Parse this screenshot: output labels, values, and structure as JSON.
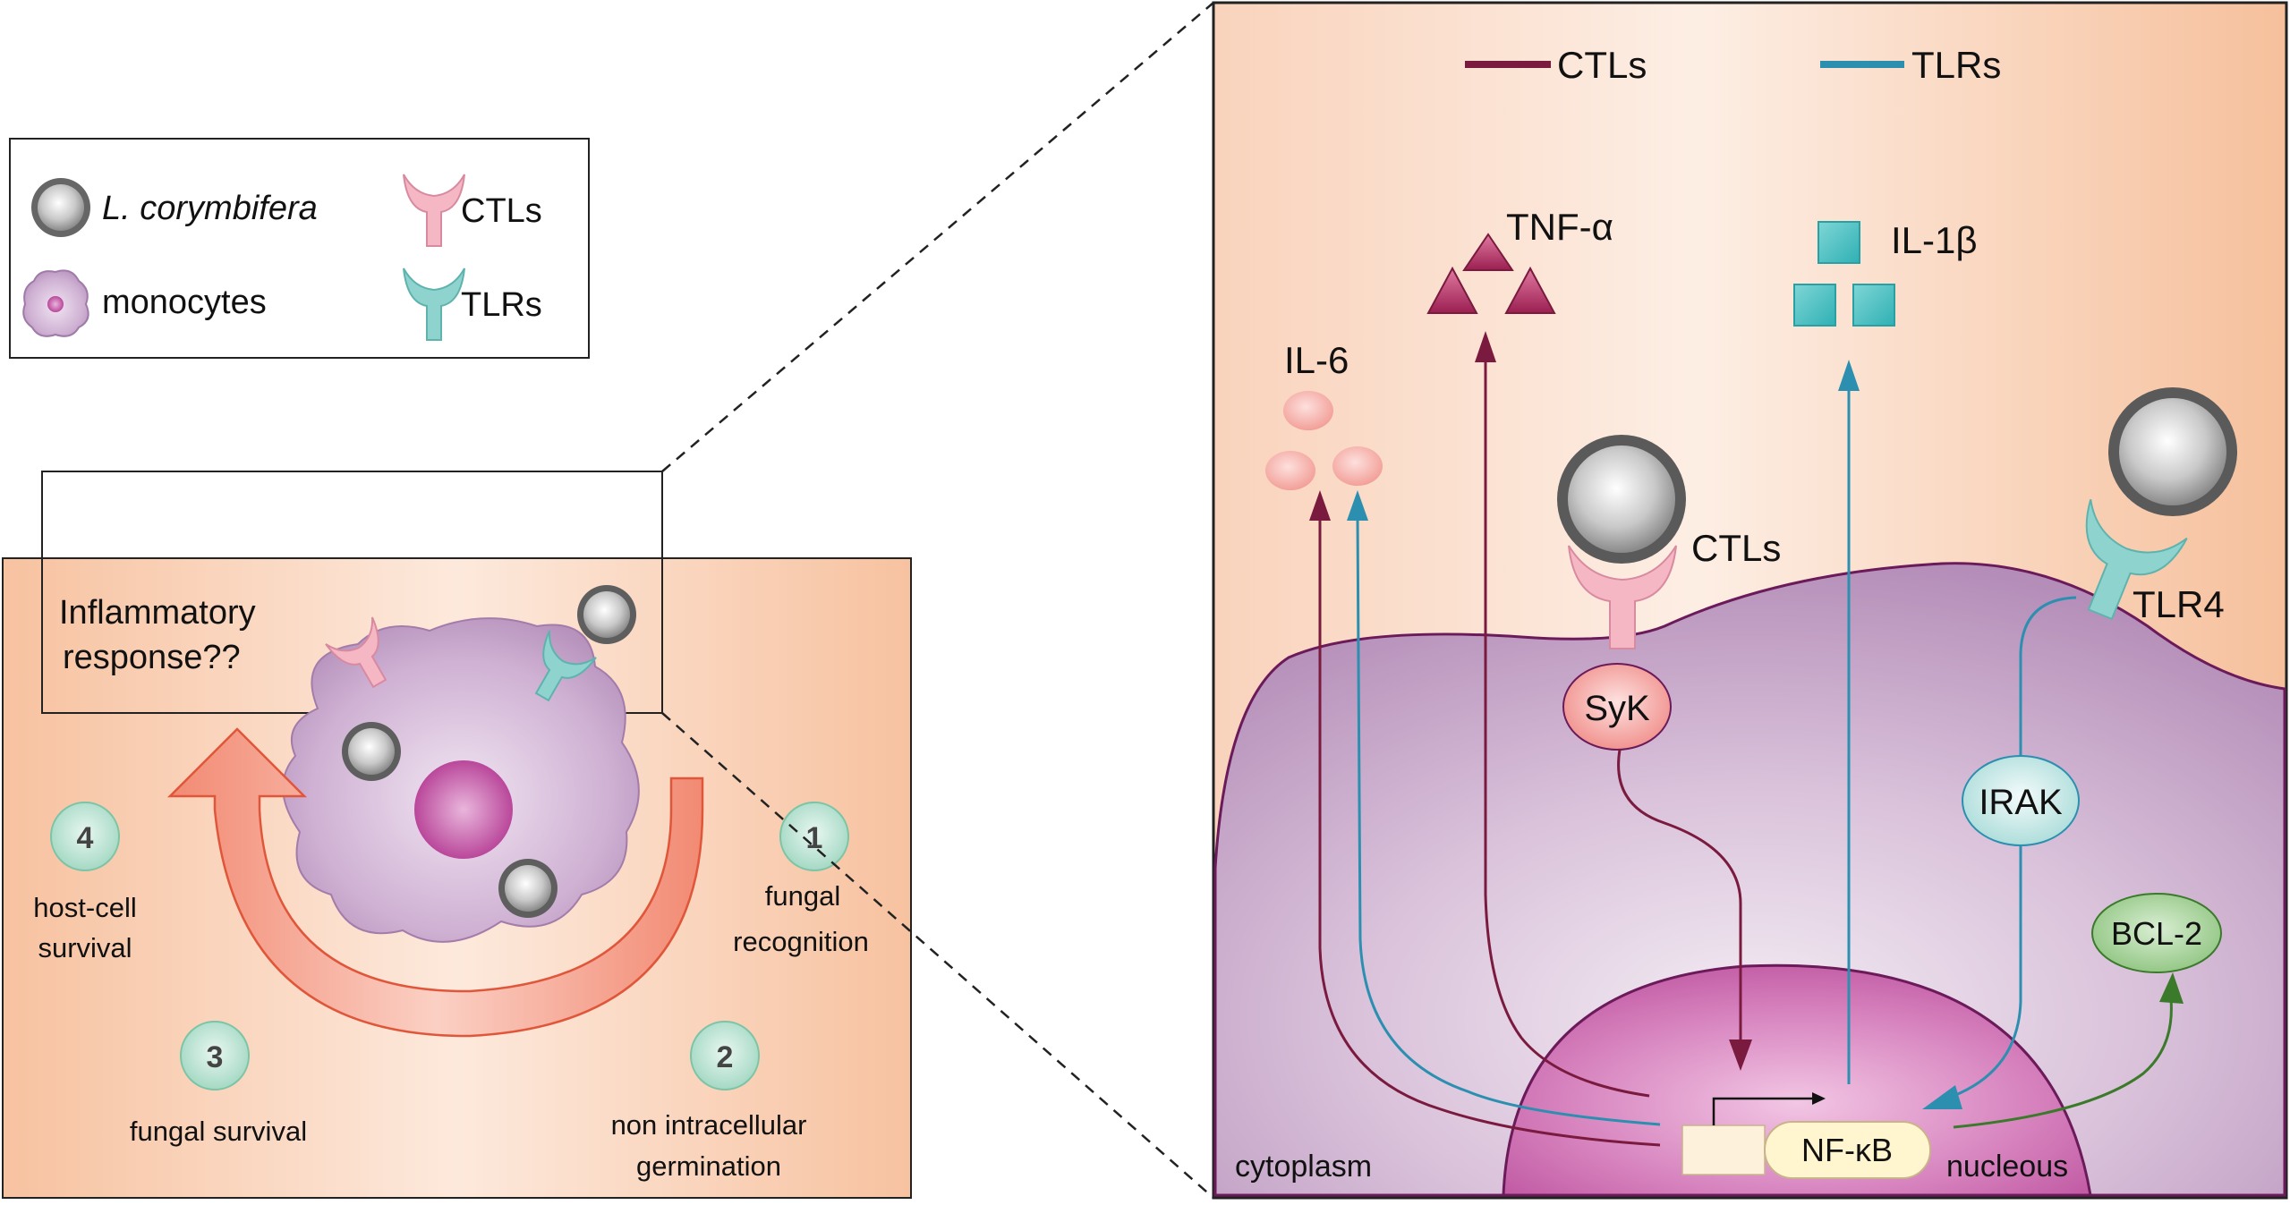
{
  "legend": {
    "items": [
      {
        "icon": "fungal-spore-icon",
        "label": "L. corymbifera",
        "italic": true
      },
      {
        "icon": "ctl-receptor-icon",
        "label": "CTLs"
      },
      {
        "icon": "monocyte-icon",
        "label": "monocytes"
      },
      {
        "icon": "tlr-receptor-icon",
        "label": "TLRs"
      }
    ]
  },
  "left_panel": {
    "question_line1": "Inflammatory",
    "question_line2": "response??",
    "steps": [
      {
        "number": "1",
        "line1": "fungal",
        "line2": "recognition"
      },
      {
        "number": "2",
        "line1": "non intracellular",
        "line2": "germination"
      },
      {
        "number": "3",
        "line1": "fungal survival",
        "line2": ""
      },
      {
        "number": "4",
        "line1": "host-cell",
        "line2": "survival"
      }
    ]
  },
  "right_panel": {
    "legend": {
      "ctls": "CTLs",
      "tlrs": "TLRs"
    },
    "cytokines": {
      "il6": "IL-6",
      "tnf": "TNF-α",
      "il1b": "IL-1β"
    },
    "receptors": {
      "ctls": "CTLs",
      "tlr4": "TLR4"
    },
    "nodes": {
      "syk": "SyK",
      "irak": "IRAK",
      "bcl2": "BCL-2",
      "nfkb": "NF-κB"
    },
    "regions": {
      "cytoplasm": "cytoplasm",
      "nucleus": "nucleous"
    }
  },
  "colors": {
    "ctl_line": "#7a1a3e",
    "tlr_line": "#2c8fb0",
    "bcl2_line": "#3a7a2a",
    "panel_peach": "#f7c7a7",
    "cell_purple": "#c7a2c9",
    "nucleus_magenta": "#c0469a"
  }
}
